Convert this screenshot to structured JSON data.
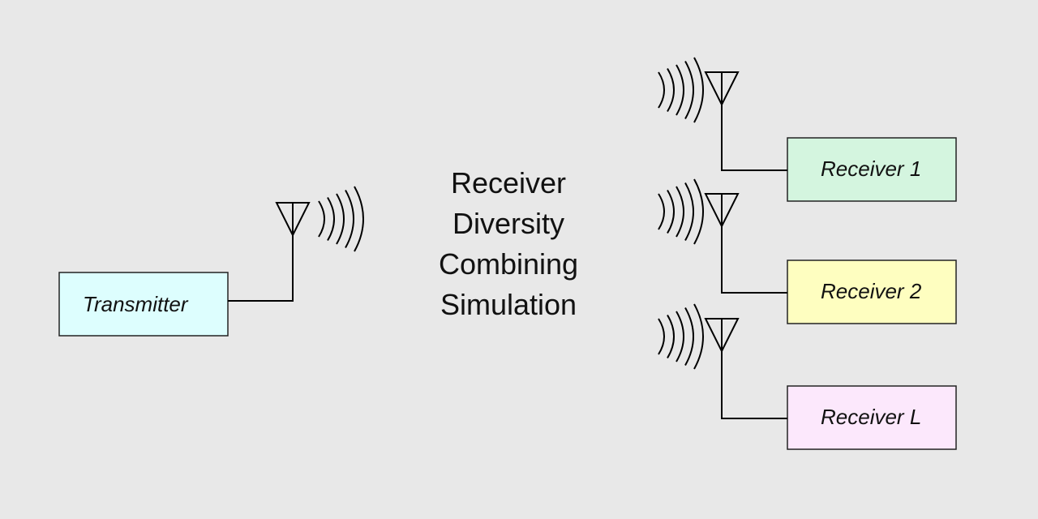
{
  "title_lines": [
    "Receiver",
    "Diversity",
    "Combining",
    "Simulation"
  ],
  "transmitter": {
    "label": "Transmitter",
    "color": "#ddfefe"
  },
  "receivers": [
    {
      "label": "Receiver 1",
      "color": "#d4f5df"
    },
    {
      "label": "Receiver 2",
      "color": "#fefec0"
    },
    {
      "label": "Receiver L",
      "color": "#fce8fc"
    }
  ]
}
